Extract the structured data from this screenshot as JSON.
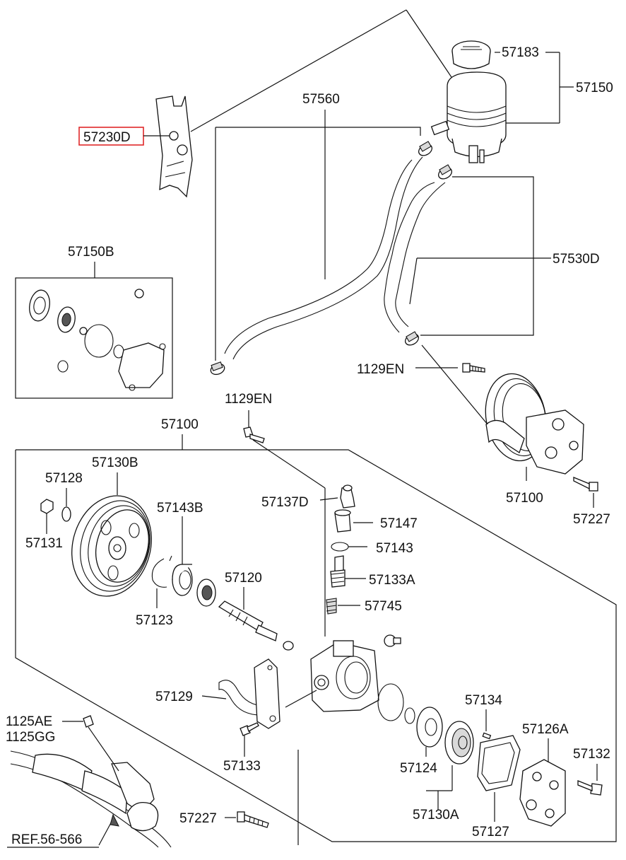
{
  "highlight_color": "#e0282a",
  "labels": {
    "l57183": "57183",
    "l57150": "57150",
    "l57560": "57560",
    "l57230D": "57230D",
    "l57530D": "57530D",
    "l57150B": "57150B",
    "l1129EN_a": "1129EN",
    "l1129EN_b": "1129EN",
    "l57100_a": "57100",
    "l57100_b": "57100",
    "l57227_a": "57227",
    "l57227_b": "57227",
    "l57130B": "57130B",
    "l57128": "57128",
    "l57131": "57131",
    "l57143B": "57143B",
    "l57137D": "57137D",
    "l57147": "57147",
    "l57143": "57143",
    "l57120": "57120",
    "l57133A": "57133A",
    "l57123": "57123",
    "l57745": "57745",
    "l57129": "57129",
    "l57134": "57134",
    "l57126A": "57126A",
    "l1125AE": "1125AE",
    "l1125GG": "1125GG",
    "l57132": "57132",
    "l57133": "57133",
    "l57124": "57124",
    "l57130A": "57130A",
    "l57127": "57127",
    "lref": "REF.56-566"
  }
}
